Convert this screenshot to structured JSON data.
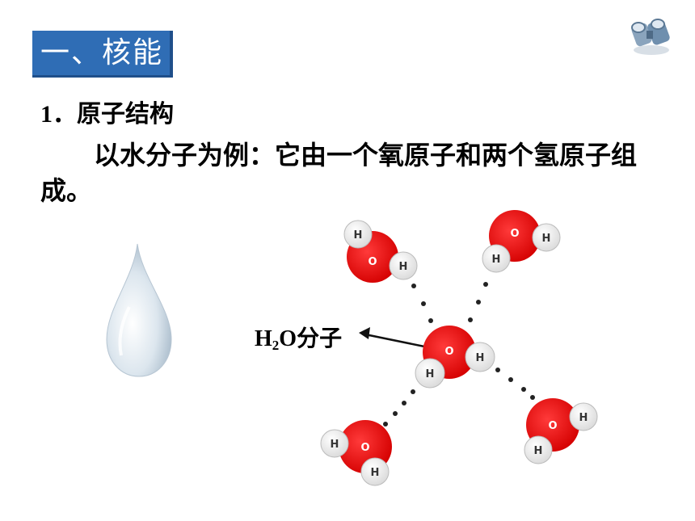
{
  "slide": {
    "section_title": "一、核能",
    "heading_number": "1．",
    "heading_text": "原子结构",
    "paragraph": "以水分子为例：它由一个氧原子和两个氢原子组成。",
    "molecule_label_h": "H",
    "molecule_label_sub": "2",
    "molecule_label_o": "O",
    "molecule_label_zh": "分子"
  },
  "atoms": {
    "oxygen": "O",
    "hydrogen": "H"
  },
  "colors": {
    "title_bg": "#2f6db5",
    "oxygen": "#ee1111",
    "hydrogen": "#ffffff",
    "bond_dot": "#222222"
  },
  "icons": [
    "binoculars-icon",
    "water-drop-icon"
  ]
}
